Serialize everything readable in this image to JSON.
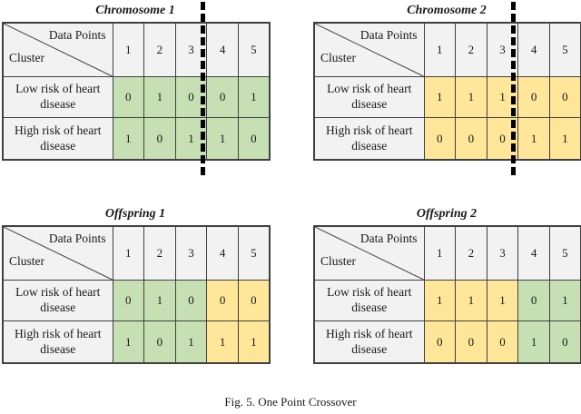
{
  "figure": {
    "caption": "Fig. 5. One Point Crossover"
  },
  "colors": {
    "green": "#C6E0B4",
    "yellow": "#FFE699",
    "cell_bg": "#F2F2F2",
    "border": "#404040",
    "dash": "#000000",
    "text": "#1A1A1A"
  },
  "tables": [
    {
      "title": "Chromosome 1",
      "corner_top": "Data Points",
      "corner_bottom": "Cluster",
      "columns": [
        "1",
        "2",
        "3",
        "4",
        "5"
      ],
      "rows": [
        {
          "label": "Low risk of heart disease",
          "values": [
            "0",
            "1",
            "0",
            "0",
            "1"
          ],
          "fills": [
            "green",
            "green",
            "green",
            "green",
            "green"
          ]
        },
        {
          "label": "High risk of heart disease",
          "values": [
            "1",
            "0",
            "1",
            "1",
            "0"
          ],
          "fills": [
            "green",
            "green",
            "green",
            "green",
            "green"
          ]
        }
      ]
    },
    {
      "title": "Chromosome 2",
      "corner_top": "Data Points",
      "corner_bottom": "Cluster",
      "columns": [
        "1",
        "2",
        "3",
        "4",
        "5"
      ],
      "rows": [
        {
          "label": "Low risk of heart disease",
          "values": [
            "1",
            "1",
            "1",
            "0",
            "0"
          ],
          "fills": [
            "yellow",
            "yellow",
            "yellow",
            "yellow",
            "yellow"
          ]
        },
        {
          "label": "High risk of heart disease",
          "values": [
            "0",
            "0",
            "0",
            "1",
            "1"
          ],
          "fills": [
            "yellow",
            "yellow",
            "yellow",
            "yellow",
            "yellow"
          ]
        }
      ]
    },
    {
      "title": "Offspring 1",
      "corner_top": "Data Points",
      "corner_bottom": "Cluster",
      "columns": [
        "1",
        "2",
        "3",
        "4",
        "5"
      ],
      "rows": [
        {
          "label": "Low risk of heart disease",
          "values": [
            "0",
            "1",
            "0",
            "0",
            "0"
          ],
          "fills": [
            "green",
            "green",
            "green",
            "yellow",
            "yellow"
          ]
        },
        {
          "label": "High risk of heart disease",
          "values": [
            "1",
            "0",
            "1",
            "1",
            "1"
          ],
          "fills": [
            "green",
            "green",
            "green",
            "yellow",
            "yellow"
          ]
        }
      ]
    },
    {
      "title": "Offspring 2",
      "corner_top": "Data Points",
      "corner_bottom": "Cluster",
      "columns": [
        "1",
        "2",
        "3",
        "4",
        "5"
      ],
      "rows": [
        {
          "label": "Low risk of heart disease",
          "values": [
            "1",
            "1",
            "1",
            "0",
            "1"
          ],
          "fills": [
            "yellow",
            "yellow",
            "yellow",
            "green",
            "green"
          ]
        },
        {
          "label": "High risk of heart disease",
          "values": [
            "0",
            "0",
            "0",
            "1",
            "0"
          ],
          "fills": [
            "yellow",
            "yellow",
            "yellow",
            "green",
            "green"
          ]
        }
      ]
    }
  ]
}
